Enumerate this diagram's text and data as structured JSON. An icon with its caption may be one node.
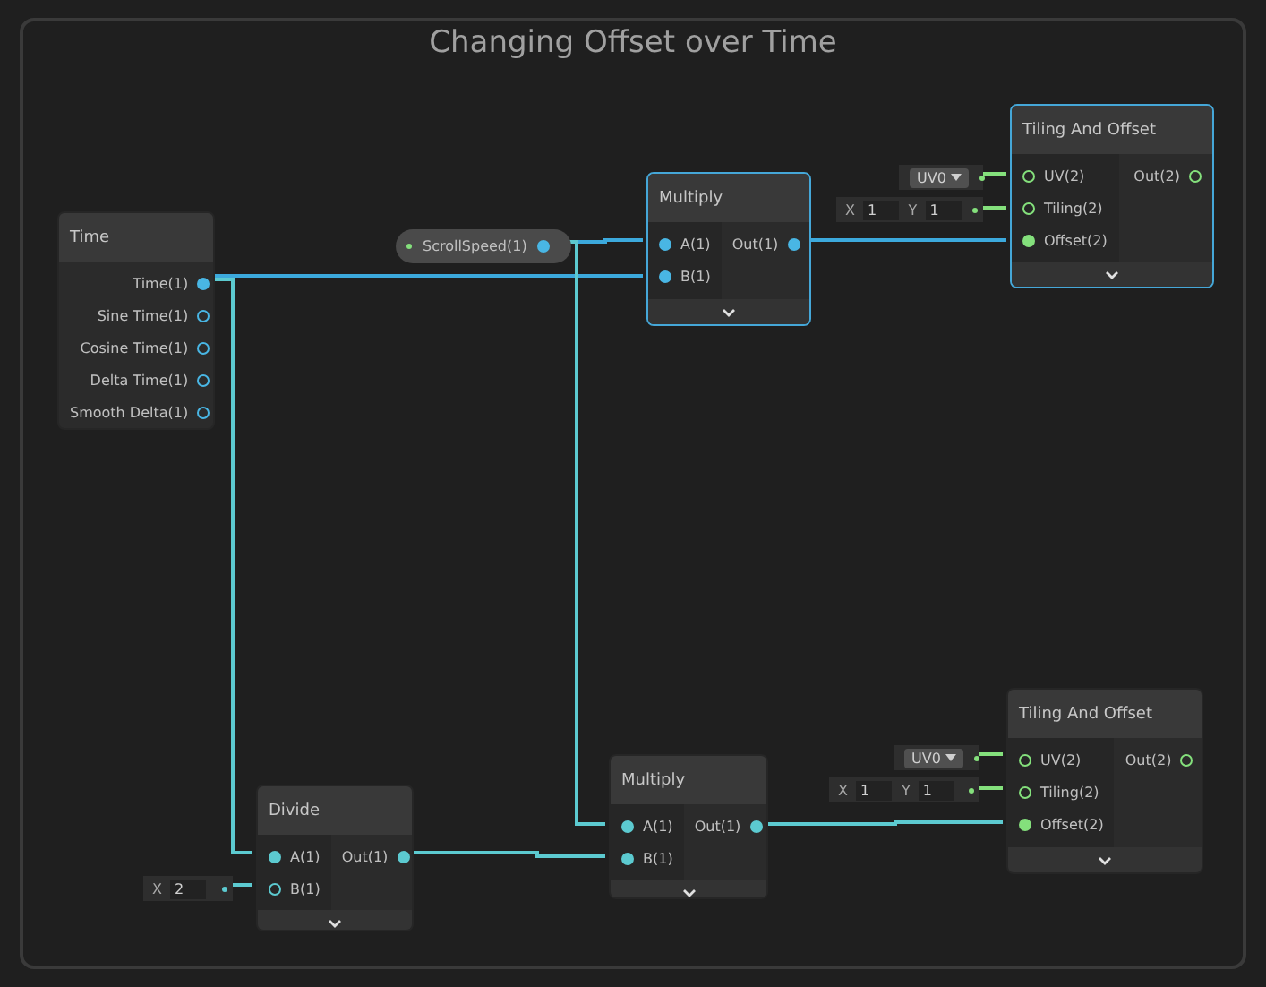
{
  "diagram": {
    "nodes": [
      {
        "text": [
          "Changing Offset over Time"
        ]
      },
      {
        "text": [
          "Time",
          "Time(1)",
          "Sine Time(1)",
          "Cosine Time(1)",
          "Delta Time(1)",
          "Smooth Delta(1)"
        ],
        "in": 0
      },
      {
        "text": [
          "ScrollSpeed(1)"
        ],
        "in": 0
      },
      {
        "text": [
          "Multiply",
          "A(1)",
          "B(1)",
          "Out(1)"
        ],
        "in": 0
      },
      {
        "text": [
          "UV0"
        ],
        "in": 0
      },
      {
        "text": [
          "X",
          "1",
          "Y",
          "1"
        ],
        "in": 0
      },
      {
        "text": [
          "Tiling And Offset",
          "UV(2)",
          "Tiling(2)",
          "Offset(2)",
          "Out(2)"
        ],
        "in": 0
      },
      {
        "text": [
          "X",
          "2"
        ],
        "in": 0
      },
      {
        "text": [
          "Divide",
          "A(1)",
          "B(1)",
          "Out(1)"
        ],
        "in": 0
      },
      {
        "text": [
          "Multiply",
          "A(1)",
          "B(1)",
          "Out(1)"
        ],
        "in": 0
      },
      {
        "text": [
          "UV0"
        ],
        "in": 0
      },
      {
        "text": [
          "X",
          "1",
          "Y",
          "1"
        ],
        "in": 0
      },
      {
        "text": [
          "Tiling And Offset",
          "UV(2)",
          "Tiling(2)",
          "Offset(2)",
          "Out(2)"
        ],
        "in": 0
      }
    ],
    "edges": [
      {
        "from": 1,
        "to": 3,
        "arrow": "none"
      },
      {
        "from": 2,
        "to": 3,
        "arrow": "none"
      },
      {
        "from": 3,
        "to": 6,
        "arrow": "none"
      },
      {
        "from": 4,
        "to": 6,
        "arrow": "none",
        "color": "#84e07c"
      },
      {
        "from": 5,
        "to": 6,
        "arrow": "none",
        "color": "#84e07c"
      },
      {
        "from": 1,
        "to": 8,
        "arrow": "none",
        "color": "#5ccad0"
      },
      {
        "from": 7,
        "to": 8,
        "arrow": "none",
        "color": "#5ccad0"
      },
      {
        "from": 2,
        "to": 9,
        "arrow": "none",
        "color": "#5ccad0"
      },
      {
        "from": 8,
        "to": 9,
        "arrow": "none",
        "color": "#5ccad0"
      },
      {
        "from": 9,
        "to": 12,
        "arrow": "none",
        "color": "#5ccad0"
      },
      {
        "from": 10,
        "to": 12,
        "arrow": "none",
        "color": "#84e07c"
      },
      {
        "from": 11,
        "to": 12,
        "arrow": "none",
        "color": "#84e07c"
      }
    ]
  }
}
